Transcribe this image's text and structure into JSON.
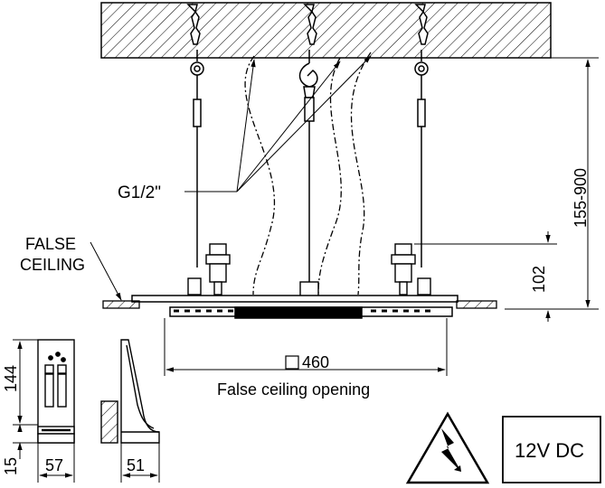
{
  "labels": {
    "connection": "G1/2\"",
    "false_ceiling_line1": "FALSE",
    "false_ceiling_line2": "CEILING",
    "opening_size": "460",
    "opening_caption": "False ceiling opening",
    "suspension_range": "155-900",
    "body_height": "102",
    "control_height": "144",
    "control_base": "15",
    "control_width": "57",
    "control_depth": "51",
    "voltage": "12V DC"
  },
  "icons": [
    "high-voltage-warning-icon",
    "square-symbol-icon"
  ]
}
